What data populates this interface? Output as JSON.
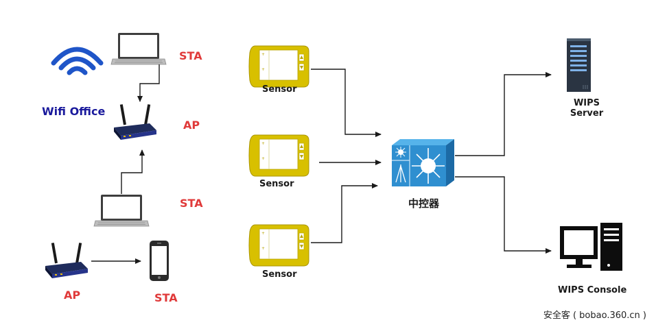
{
  "wifi_office": {
    "label": "Wifi Office",
    "sta_top": "STA",
    "ap_top": "AP",
    "sta_mid": "STA",
    "ap_bottom": "AP",
    "sta_bottom": "STA"
  },
  "sensors": [
    "Sensor",
    "Sensor",
    "Sensor"
  ],
  "controller": {
    "label": "中控器"
  },
  "wips_server": {
    "label_line1": "WIPS",
    "label_line2": "Server"
  },
  "wips_console": {
    "label": "WIPS Console"
  },
  "watermark": "安全客 ( bobao.360.cn )",
  "colors": {
    "sta_ap_red": "#e03a3a",
    "wifi_blue": "#1a1a9c",
    "sensor_yellow": "#d8c000",
    "controller_blue": "#2f8fd0"
  }
}
